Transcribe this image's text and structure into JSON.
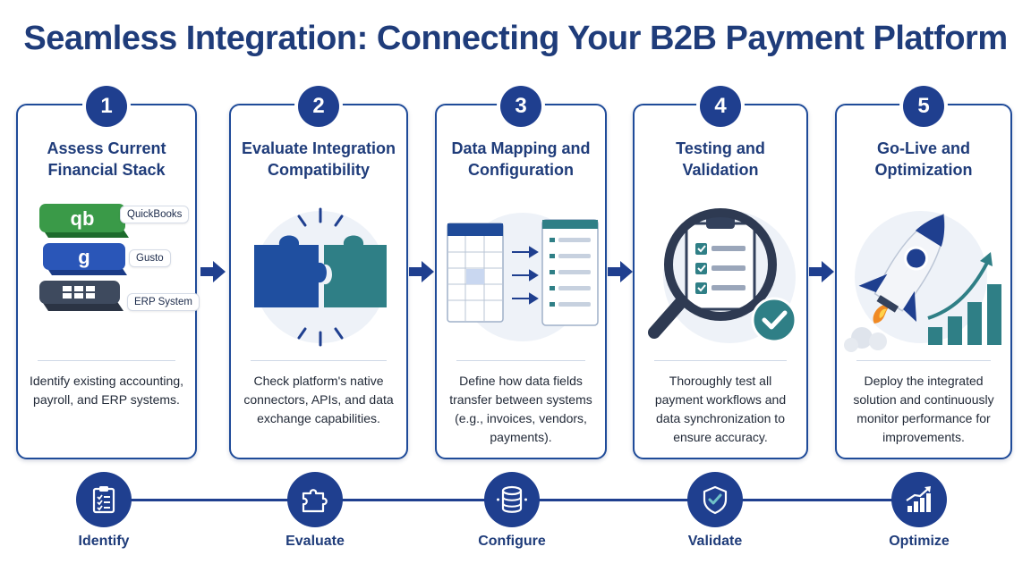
{
  "title": "Seamless Integration: Connecting Your B2B Payment Platform",
  "colors": {
    "primary": "#1f3f8f",
    "teal": "#2f7f86",
    "green": "#2e8b3e",
    "accent": "#f08a24"
  },
  "steps": [
    {
      "number": "1",
      "title": "Assess Current Financial Stack",
      "description": "Identify existing accounting, payroll, and ERP systems.",
      "icon": "layered-systems-icon",
      "stack": [
        {
          "icon": "qb-logo-icon",
          "glyph": "qb",
          "label": "QuickBooks"
        },
        {
          "icon": "gusto-logo-icon",
          "glyph": "g",
          "label": "Gusto"
        },
        {
          "icon": "erp-grid-icon",
          "label": "ERP System"
        }
      ]
    },
    {
      "number": "2",
      "title": "Evaluate Integration Compatibility",
      "description": "Check platform's native connectors, APIs, and data exchange capabilities.",
      "icon": "puzzle-pieces-icon"
    },
    {
      "number": "3",
      "title": "Data Mapping and Configuration",
      "description": "Define how data fields transfer between systems (e.g., invoices, vendors, payments).",
      "icon": "data-mapping-icon"
    },
    {
      "number": "4",
      "title": "Testing and Validation",
      "description": "Thoroughly test all payment workflows and data synchronization to ensure accuracy.",
      "icon": "magnifier-checklist-icon"
    },
    {
      "number": "5",
      "title": "Go-Live and Optimization",
      "description": "Deploy the integrated solution and continuously monitor performance for improvements.",
      "icon": "rocket-growth-icon"
    }
  ],
  "timeline": [
    {
      "label": "Identify",
      "icon": "clipboard-checklist-icon"
    },
    {
      "label": "Evaluate",
      "icon": "puzzle-icon"
    },
    {
      "label": "Configure",
      "icon": "database-icon"
    },
    {
      "label": "Validate",
      "icon": "shield-check-icon"
    },
    {
      "label": "Optimize",
      "icon": "growth-chart-icon"
    }
  ]
}
